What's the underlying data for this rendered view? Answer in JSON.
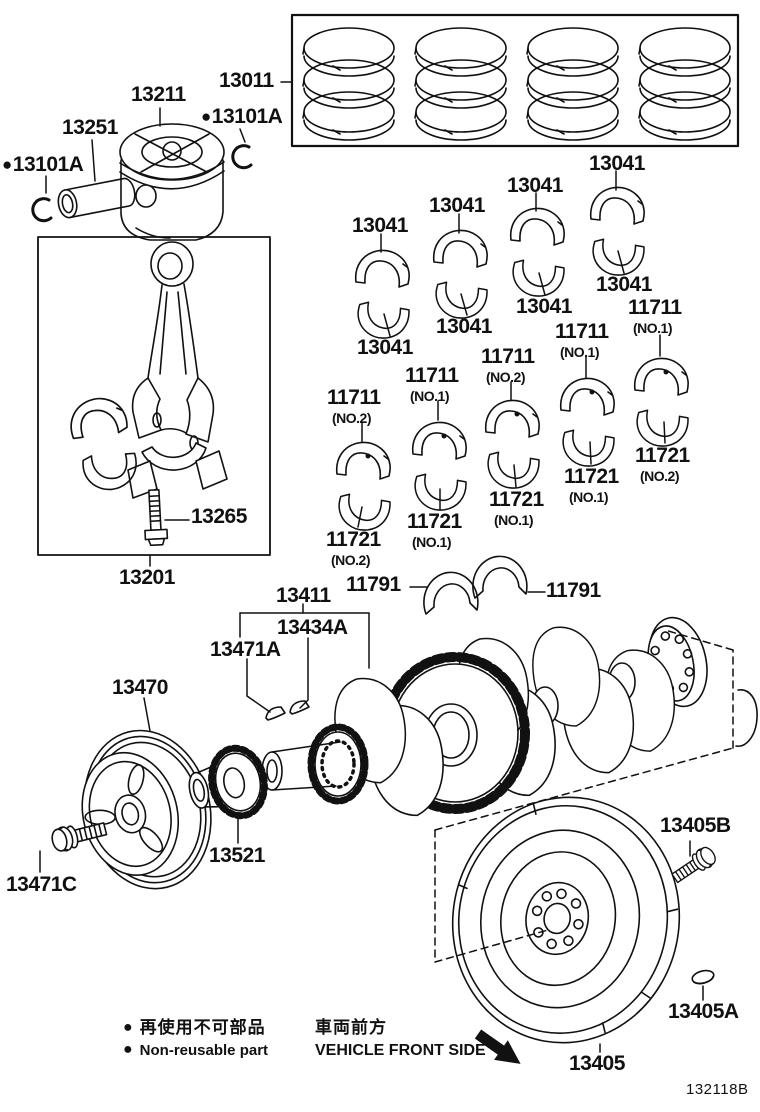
{
  "bullet_glyph": "●",
  "drawing_code": "132118B",
  "legend": {
    "non_reusable_ja": "再使用不可部品",
    "non_reusable_en": "Non-reusable part",
    "vehicle_front_ja": "車両前方",
    "vehicle_front_en": "VEHICLE FRONT SIDE"
  },
  "labels": [
    {
      "text": "13011"
    },
    {
      "text": "13211"
    },
    {
      "text": "13251"
    },
    {
      "text": "13101A"
    },
    {
      "text": "13101A"
    },
    {
      "text": "13041"
    },
    {
      "text": "13041"
    },
    {
      "text": "13041"
    },
    {
      "text": "13041"
    },
    {
      "text": "13041"
    },
    {
      "text": "13041"
    },
    {
      "text": "13041"
    },
    {
      "text": "13041"
    },
    {
      "text": "11711",
      "sub": "(NO.2)"
    },
    {
      "text": "11711",
      "sub": "(NO.1)"
    },
    {
      "text": "11711",
      "sub": "(NO.2)"
    },
    {
      "text": "11711",
      "sub": "(NO.1)"
    },
    {
      "text": "11711",
      "sub": "(NO.1)"
    },
    {
      "text": "11721",
      "sub": "(NO.2)"
    },
    {
      "text": "11721",
      "sub": "(NO.1)"
    },
    {
      "text": "11721",
      "sub": "(NO.1)"
    },
    {
      "text": "11721",
      "sub": "(NO.1)"
    },
    {
      "text": "11721",
      "sub": "(NO.2)"
    },
    {
      "text": "11791"
    },
    {
      "text": "11791"
    },
    {
      "text": "13411"
    },
    {
      "text": "13434A"
    },
    {
      "text": "13471A"
    },
    {
      "text": "13470"
    },
    {
      "text": "13201"
    },
    {
      "text": "13265"
    },
    {
      "text": "13471C"
    },
    {
      "text": "13521"
    },
    {
      "text": "13405B"
    },
    {
      "text": "13405A"
    },
    {
      "text": "13405"
    }
  ]
}
